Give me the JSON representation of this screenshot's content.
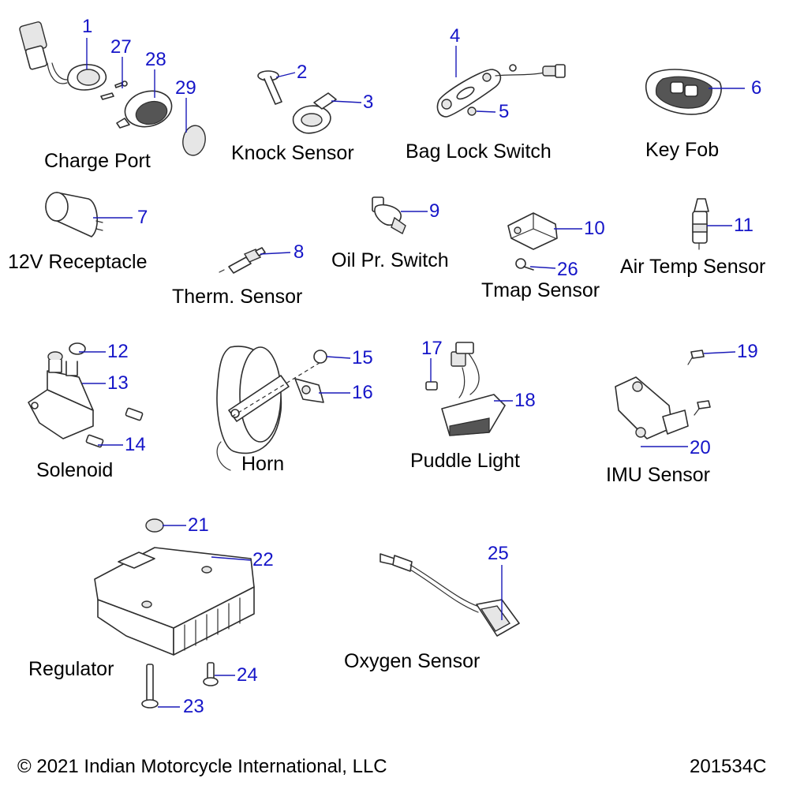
{
  "callouts": {
    "c1": "1",
    "c2": "2",
    "c3": "3",
    "c4": "4",
    "c5": "5",
    "c6": "6",
    "c7": "7",
    "c8": "8",
    "c9": "9",
    "c10": "10",
    "c11": "11",
    "c12": "12",
    "c13": "13",
    "c14": "14",
    "c15": "15",
    "c16": "16",
    "c17": "17",
    "c18": "18",
    "c19": "19",
    "c20": "20",
    "c21": "21",
    "c22": "22",
    "c23": "23",
    "c24": "24",
    "c25": "25",
    "c26": "26",
    "c27": "27",
    "c28": "28",
    "c29": "29"
  },
  "groups": {
    "charge_port": "Charge Port",
    "knock_sensor": "Knock Sensor",
    "bag_lock_switch": "Bag Lock Switch",
    "key_fob": "Key Fob",
    "receptacle": "12V Receptacle",
    "therm_sensor": "Therm. Sensor",
    "oil_pr_switch": "Oil Pr. Switch",
    "tmap_sensor": "Tmap Sensor",
    "air_temp_sensor": "Air Temp Sensor",
    "solenoid": "Solenoid",
    "horn": "Horn",
    "puddle_light": "Puddle Light",
    "imu_sensor": "IMU Sensor",
    "regulator": "Regulator",
    "oxygen_sensor": "Oxygen Sensor"
  },
  "footer": {
    "copyright": "© 2021 Indian Motorcycle International, LLC",
    "drawing_number": "201534C"
  },
  "colors": {
    "callout": "#1515c8",
    "leader": "#1a1ab8",
    "linework": "#2e2e2e"
  }
}
